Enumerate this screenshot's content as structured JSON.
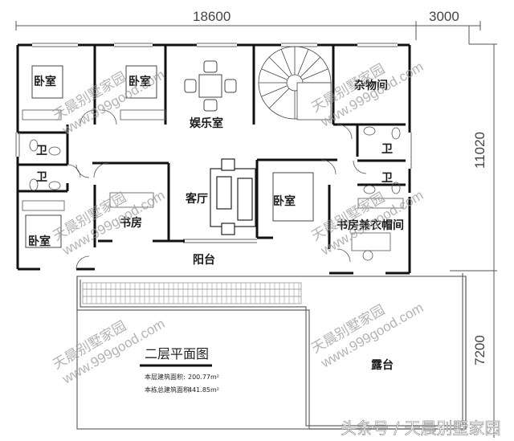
{
  "drawing": {
    "title": "二层平面图",
    "floor_area_label": "本层建筑面积:",
    "floor_area_value": "200.77m²",
    "total_area_label": "本栋总建筑面积:",
    "total_area_value": "441.85m²"
  },
  "dimensions": {
    "top_main": "18600",
    "top_right": "3000",
    "right_upper": "11020",
    "right_lower": "7200"
  },
  "rooms": {
    "bedroom_top_left": "卧室",
    "bedroom_top_mid": "卧室",
    "entertainment": "娱乐室",
    "storage": "杂物间",
    "bath_1": "卫",
    "bath_2": "卫",
    "bath_3": "卫",
    "bath_4": "卫",
    "study": "书房",
    "living": "客厅",
    "bedroom_center": "卧室",
    "study_cloakroom": "书房兼衣帽间",
    "bedroom_bottom_left": "卧室",
    "balcony": "阳台",
    "terrace": "露台"
  },
  "watermarks": {
    "brand": "天晨别墅家园",
    "url": "www.999good.com",
    "footer": "头条号 / 天晨别墅家园"
  },
  "colors": {
    "wall": "#111111",
    "line": "#555555",
    "watermark": "#9a9a9a"
  }
}
